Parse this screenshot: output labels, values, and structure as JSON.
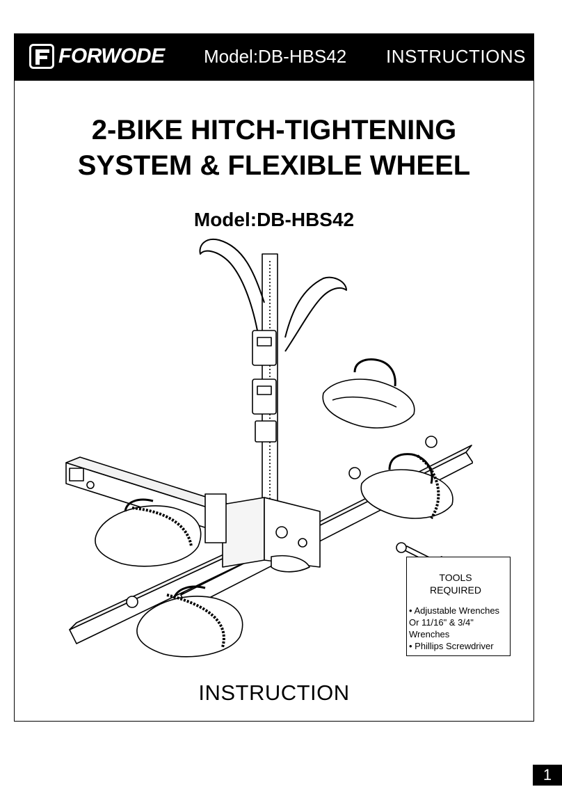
{
  "header": {
    "brand": "FORWODE",
    "model": "Model:DB-HBS42",
    "doc_type": "INSTRUCTIONS"
  },
  "title": {
    "line1": "2-BIKE HITCH-TIGHTENING",
    "line2": "SYSTEM & FLEXIBLE WHEEL"
  },
  "subtitle": "Model:DB-HBS42",
  "tools": {
    "heading_line1": "TOOLS",
    "heading_line2": "REQUIRED",
    "items": [
      "• Adjustable Wrenches",
      "Or 11/16\" & 3/4\"",
      "Wrenches",
      "• Phillips Screwdriver"
    ]
  },
  "footer_label": "INSTRUCTION",
  "page_number": "1",
  "colors": {
    "ink": "#000000",
    "paper": "#ffffff"
  },
  "icons": {
    "logo": "forwode-f-logo-icon",
    "wrench": "wrench-icon",
    "screwdriver": "screwdriver-icon"
  }
}
